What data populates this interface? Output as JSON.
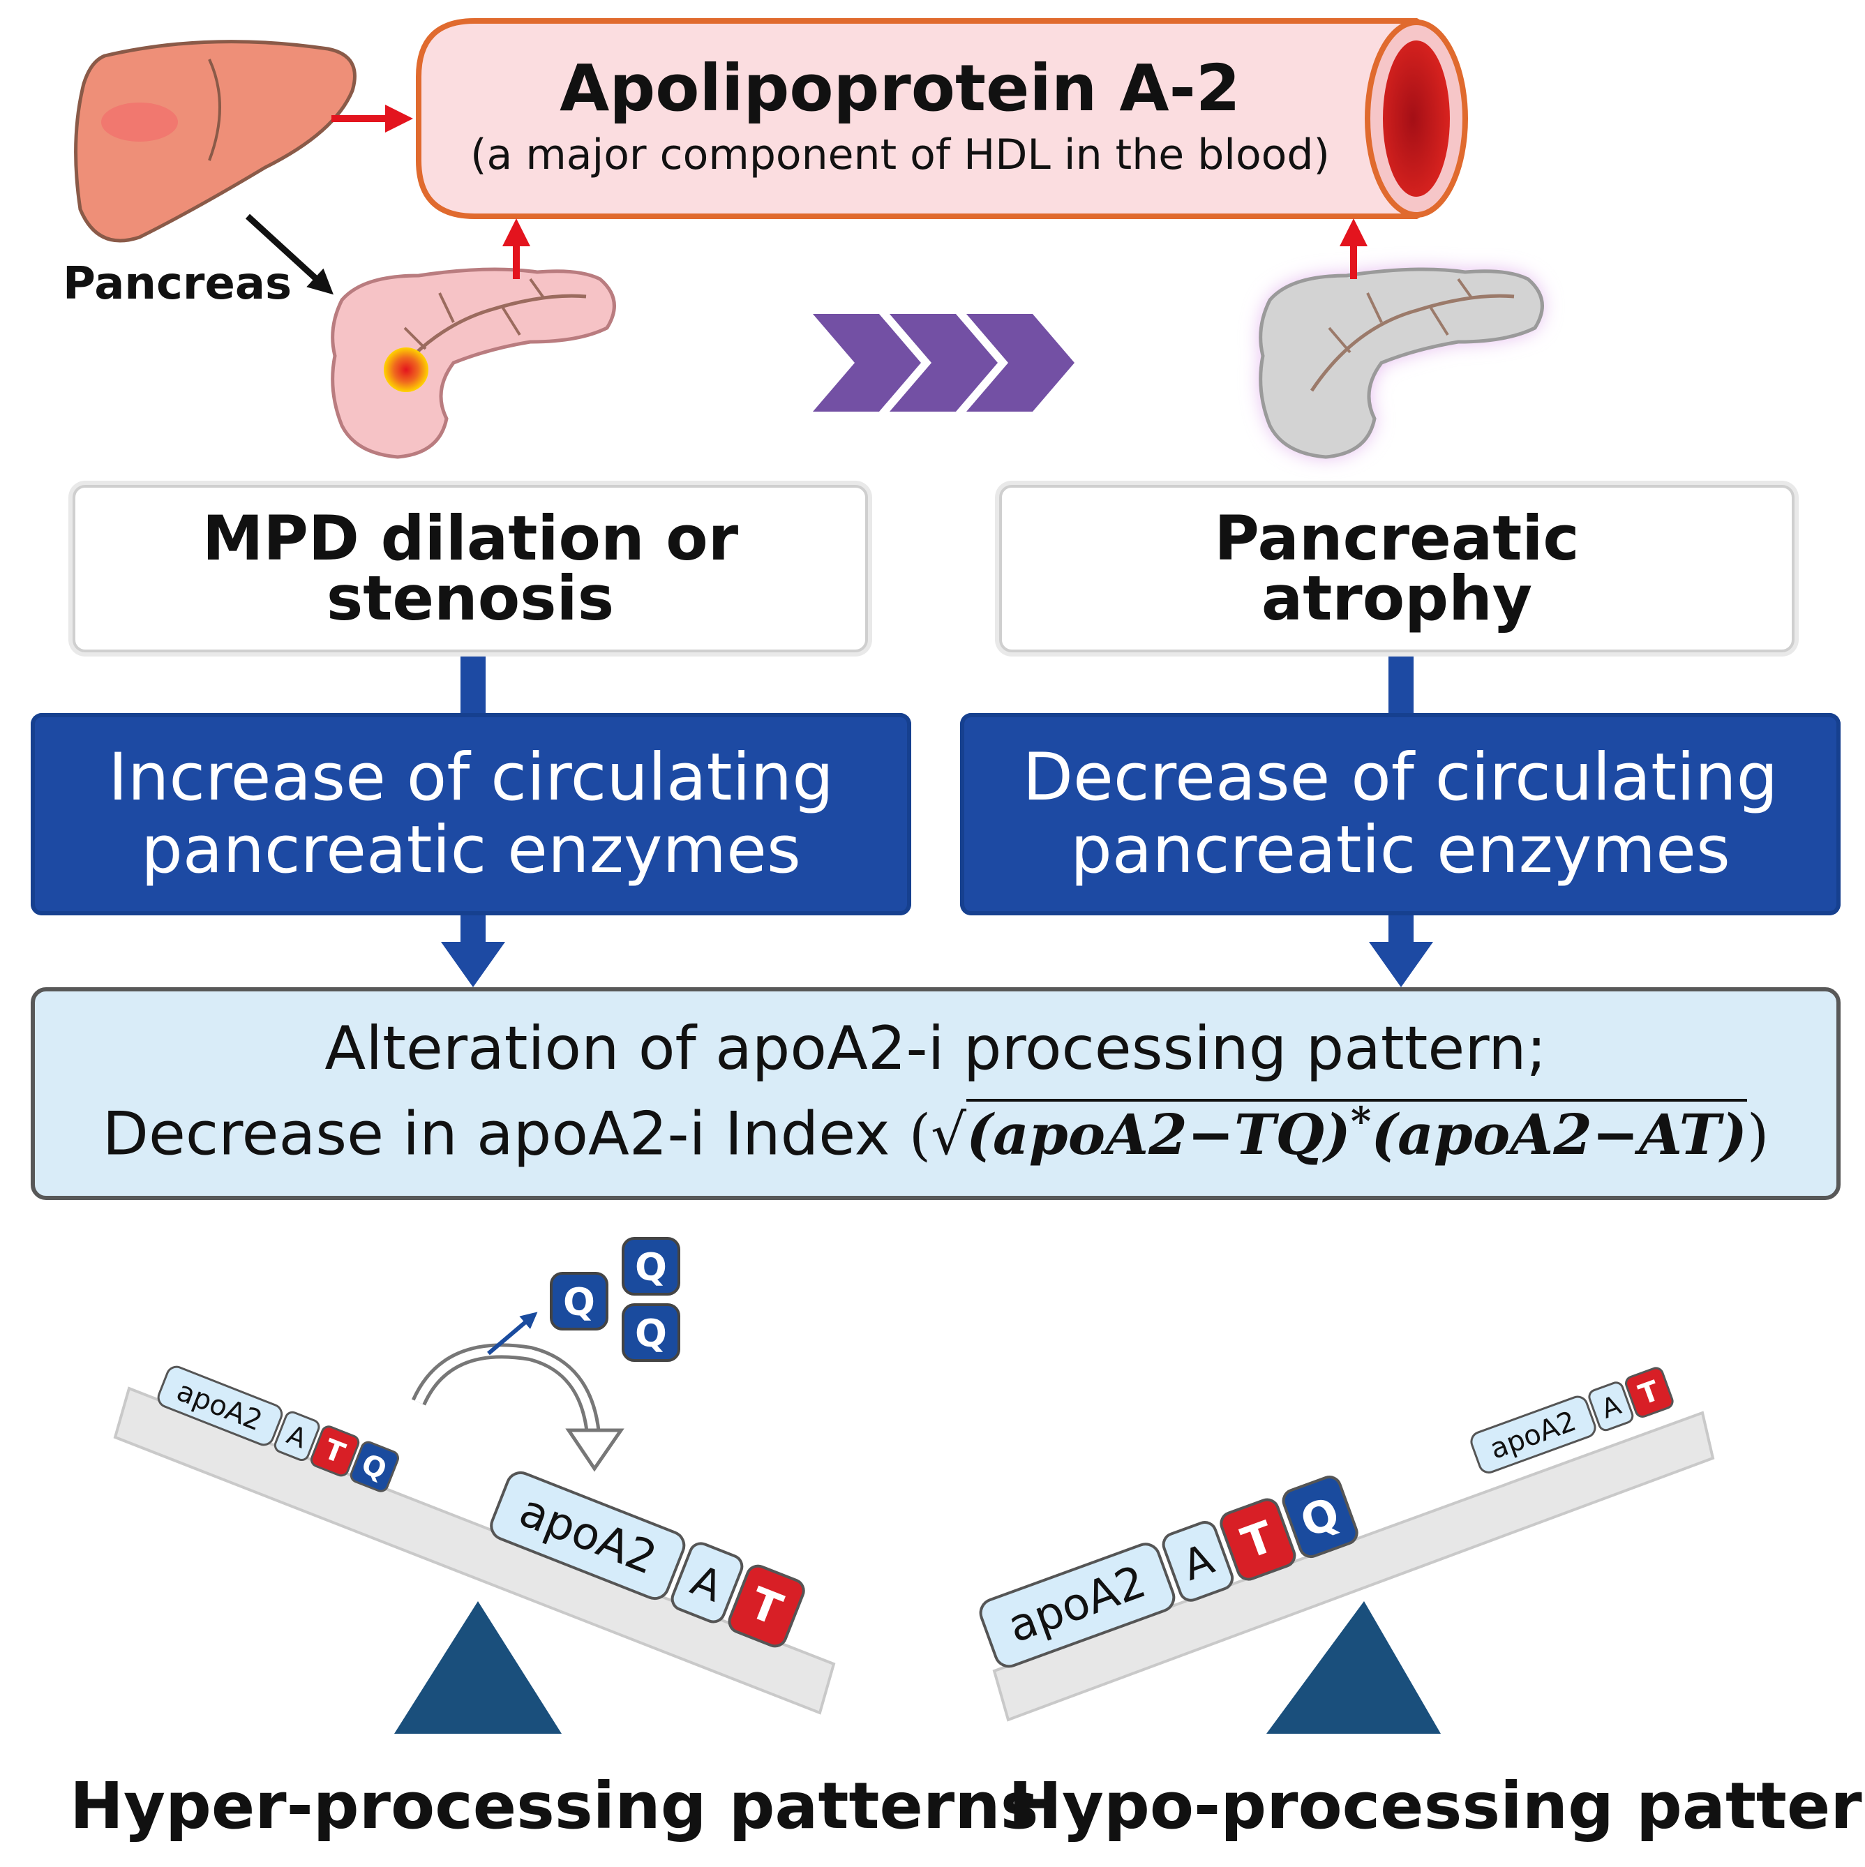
{
  "vessel": {
    "title": "Apolipoprotein A-2",
    "subtitle": "(a major component of HDL in the blood)"
  },
  "organ_label": "Pancreas",
  "left_condition": [
    "MPD dilation or",
    "stenosis"
  ],
  "right_condition": [
    "Pancreatic",
    "atrophy"
  ],
  "left_effect": [
    "Increase of circulating",
    "pancreatic enzymes"
  ],
  "right_effect": [
    "Decrease of circulating",
    "pancreatic enzymes"
  ],
  "result": {
    "line1": "Alteration of apoA2-i processing pattern;",
    "line2_prefix": "Decrease in apoA2-i Index",
    "formula_term1": "(apoA2−TQ)",
    "formula_op": "*",
    "formula_term2": "(apoA2−AT)"
  },
  "tags": {
    "apoa2": "apoA2",
    "a": "A",
    "t": "T",
    "q": "Q"
  },
  "footer": {
    "left": "Hyper-processing patterns",
    "right": "Hypo-processing patterns"
  },
  "colors": {
    "vessel_fill": "#fbdde0",
    "vessel_border": "#e06a2e",
    "blue_box": "#1d4aa3",
    "light_box": "#d9ecf8",
    "chevron": "#7350a4",
    "tag_red": "#d81f26",
    "tag_blue": "#1a4b9e",
    "tag_light": "#d6ecfa",
    "fulcrum": "#1a4f7c"
  }
}
